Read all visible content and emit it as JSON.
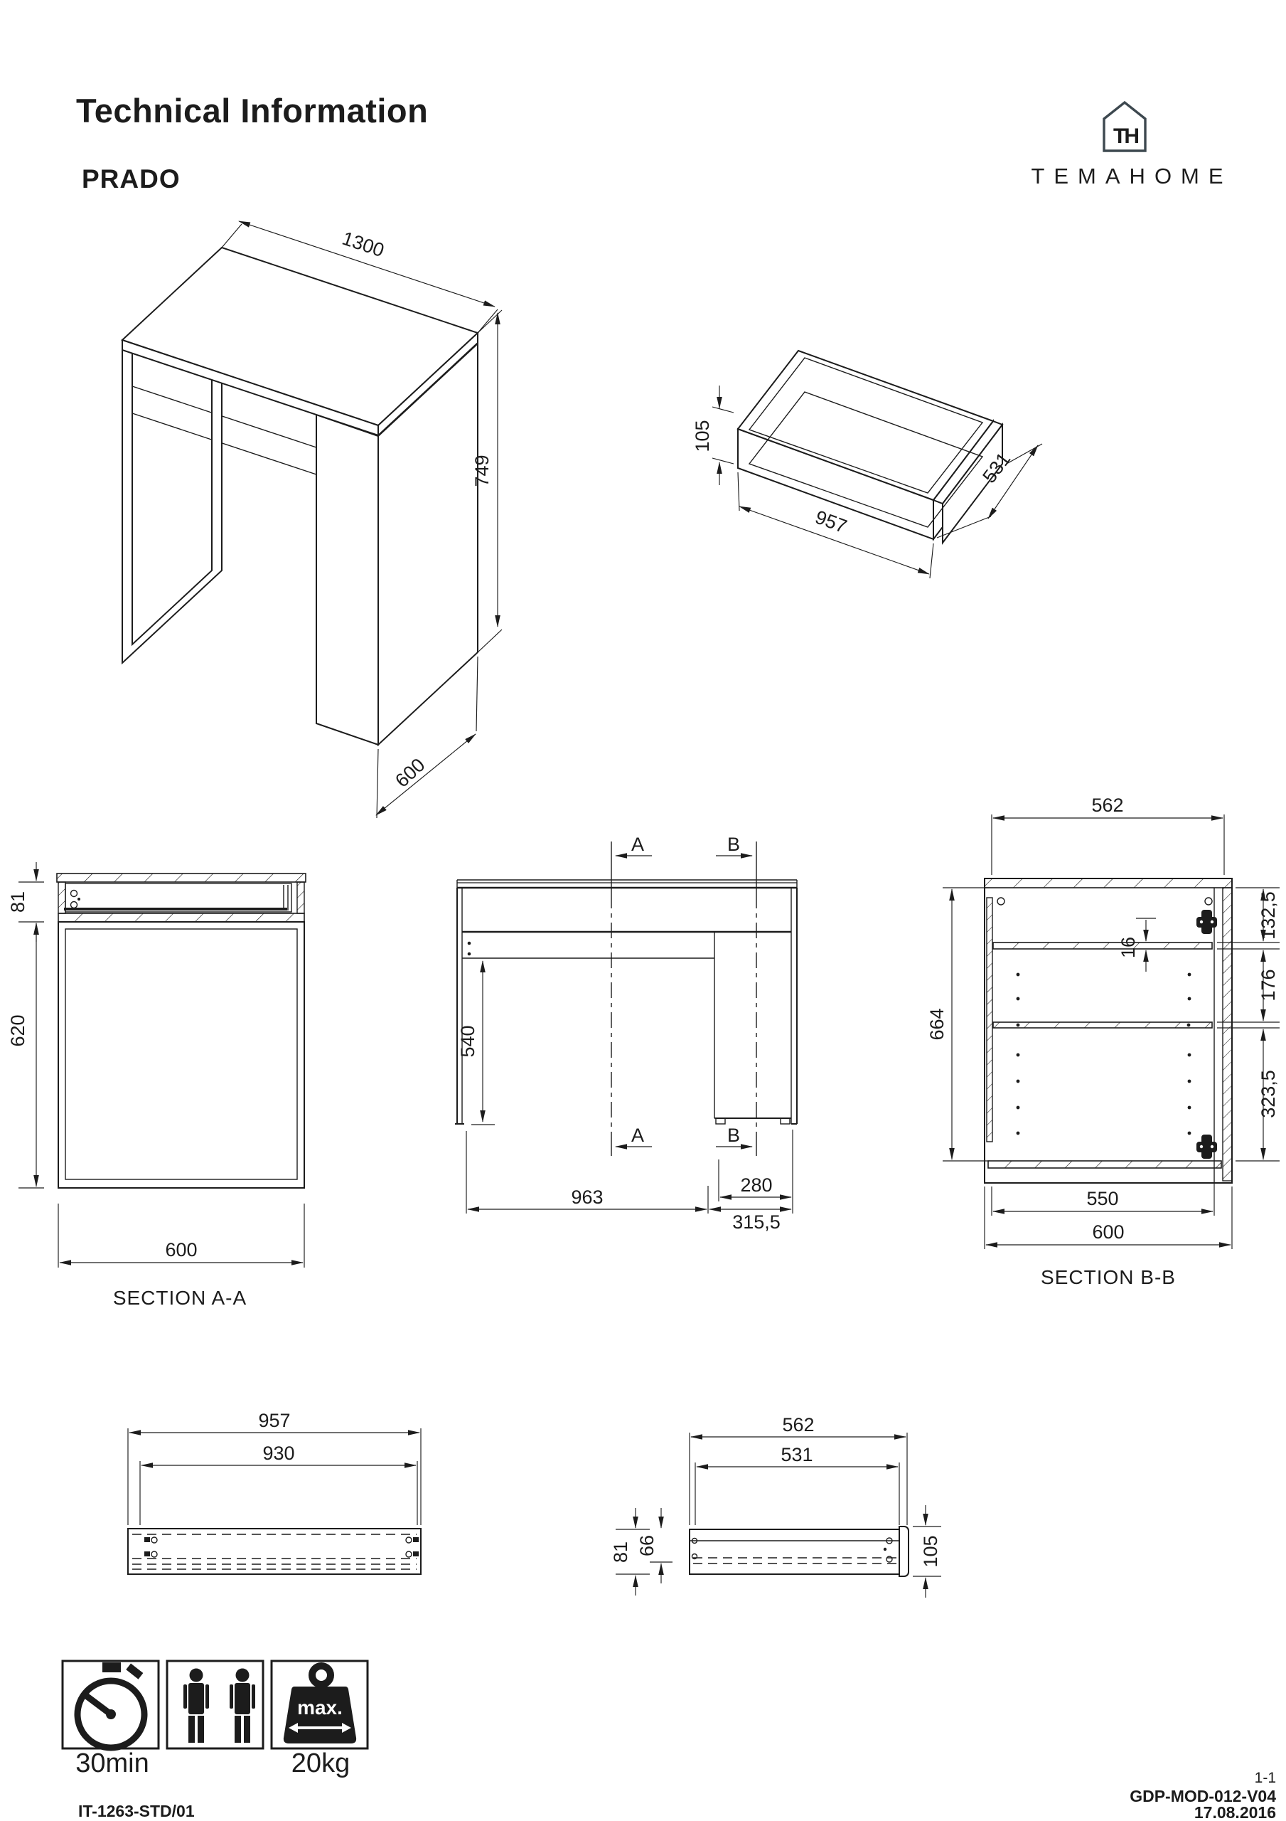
{
  "header": {
    "title": "Technical Information",
    "product": "PRADO"
  },
  "brand": {
    "name": "TEMAHOME",
    "monogram": "TH",
    "color": "#3d484f"
  },
  "iso_desk": {
    "width": "1300",
    "height": "749",
    "depth": "600"
  },
  "iso_drawer": {
    "height": "105",
    "length": "957",
    "depth": "531"
  },
  "section_a": {
    "title": "SECTION A-A",
    "top_height": "81",
    "front_height": "620",
    "width": "600"
  },
  "elevation": {
    "marker_a": "A",
    "marker_b": "B",
    "clearance": "540",
    "span_left": "963",
    "pedestal_inner": "280",
    "span_right": "315,5"
  },
  "section_b": {
    "title": "SECTION B-B",
    "inner_width": "562",
    "height": "664",
    "dim_top": "132,5",
    "dim_mid": "176",
    "dim_bottom": "323,5",
    "shelf_thickness": "16",
    "inner_bottom": "550",
    "width": "600"
  },
  "front_rail": {
    "length": "957",
    "inner_length": "930"
  },
  "drawer_side": {
    "length": "562",
    "inner_length": "531",
    "height": "81",
    "inner_height": "66",
    "front_height": "105"
  },
  "badges": {
    "assembly_time": "30min",
    "max_weight": "20kg",
    "weight_label": "max."
  },
  "footer": {
    "doc_code": "IT-1263-STD/01",
    "sheet": "1-1",
    "revision": "GDP-MOD-012-V04",
    "date": "17.08.2016"
  }
}
